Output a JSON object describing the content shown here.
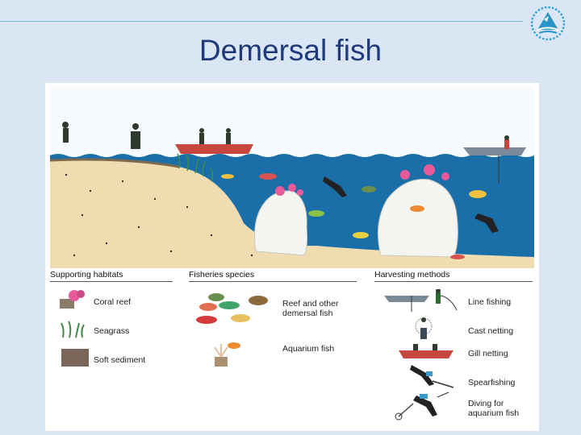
{
  "slide": {
    "title": "Demersal fish"
  },
  "colors": {
    "title": "#1f3a7a",
    "sea": "#1a6fa8",
    "sand": "#efdcb0",
    "rock": "#f2f2ee",
    "background": "#dbe6f5"
  },
  "icons": [
    "circular-logo-icon",
    "coral-reef-icon",
    "seagrass-icon",
    "soft-sediment-swatch",
    "reef-fish-group-icon",
    "aquarium-fish-icon",
    "line-fishing-icon",
    "cast-netting-icon",
    "gill-netting-icon",
    "spearfishing-icon",
    "diving-icon"
  ],
  "legend": {
    "habitats": {
      "heading": "Supporting habitats",
      "items": [
        "Coral reef",
        "Seagrass",
        "Soft sediment"
      ]
    },
    "species": {
      "heading": "Fisheries species",
      "items": [
        "Reef  and other demersal fish",
        "Aquarium fish"
      ]
    },
    "methods": {
      "heading": "Harvesting methods",
      "items": [
        "Line fishing",
        "Cast netting",
        "Gill netting",
        "Spearfishing",
        "Diving for aquarium fish"
      ]
    }
  }
}
